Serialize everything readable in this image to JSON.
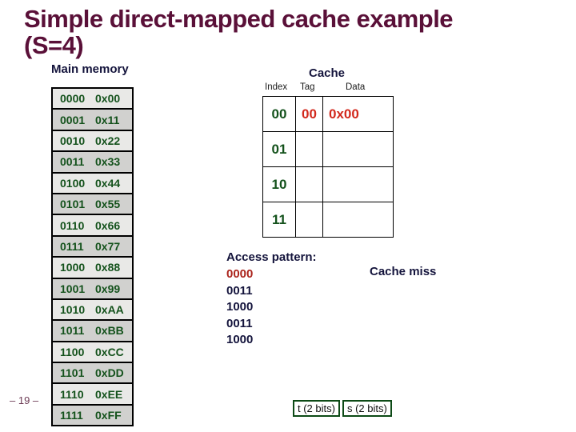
{
  "slide": {
    "title_line1": "Simple direct-mapped cache example",
    "title_line2": "(S=4)",
    "page_number": "– 19 –"
  },
  "main_memory": {
    "label": "Main memory",
    "rows": [
      {
        "address": "0000",
        "value": "0x00"
      },
      {
        "address": "0001",
        "value": "0x11"
      },
      {
        "address": "0010",
        "value": "0x22"
      },
      {
        "address": "0011",
        "value": "0x33"
      },
      {
        "address": "0100",
        "value": "0x44"
      },
      {
        "address": "0101",
        "value": "0x55"
      },
      {
        "address": "0110",
        "value": "0x66"
      },
      {
        "address": "0111",
        "value": "0x77"
      },
      {
        "address": "1000",
        "value": "0x88"
      },
      {
        "address": "1001",
        "value": "0x99"
      },
      {
        "address": "1010",
        "value": "0xAA"
      },
      {
        "address": "1011",
        "value": "0xBB"
      },
      {
        "address": "1100",
        "value": "0xCC"
      },
      {
        "address": "1101",
        "value": "0xDD"
      },
      {
        "address": "1110",
        "value": "0xEE"
      },
      {
        "address": "1111",
        "value": "0xFF"
      }
    ]
  },
  "cache": {
    "label": "Cache",
    "headers": {
      "index": "Index",
      "tag": "Tag",
      "data": "Data"
    },
    "rows": [
      {
        "index": "00",
        "tag": "00",
        "data": "0x00"
      },
      {
        "index": "01",
        "tag": "",
        "data": ""
      },
      {
        "index": "10",
        "tag": "",
        "data": ""
      },
      {
        "index": "11",
        "tag": "",
        "data": ""
      }
    ]
  },
  "access_pattern": {
    "label": "Access pattern:",
    "entries": [
      {
        "value": "0000",
        "color": "red"
      },
      {
        "value": "0011",
        "color": "navy"
      },
      {
        "value": "1000",
        "color": "navy"
      },
      {
        "value": "0011",
        "color": "navy"
      },
      {
        "value": "1000",
        "color": "navy"
      }
    ],
    "annotation": "Cache miss"
  },
  "address_fields": {
    "tag_bits": "t (2 bits)",
    "set_bits": "s (2 bits)"
  },
  "colors": {
    "title_maroon": "#5a1038",
    "navy_text": "#14143c",
    "green_text": "#14521c",
    "cache_red": "#d2281c",
    "access_red": "#ab241c",
    "row_light": "#e9e9e7",
    "row_dark": "#d1d1cf",
    "bit_box_border_green": "#0d4a16"
  }
}
